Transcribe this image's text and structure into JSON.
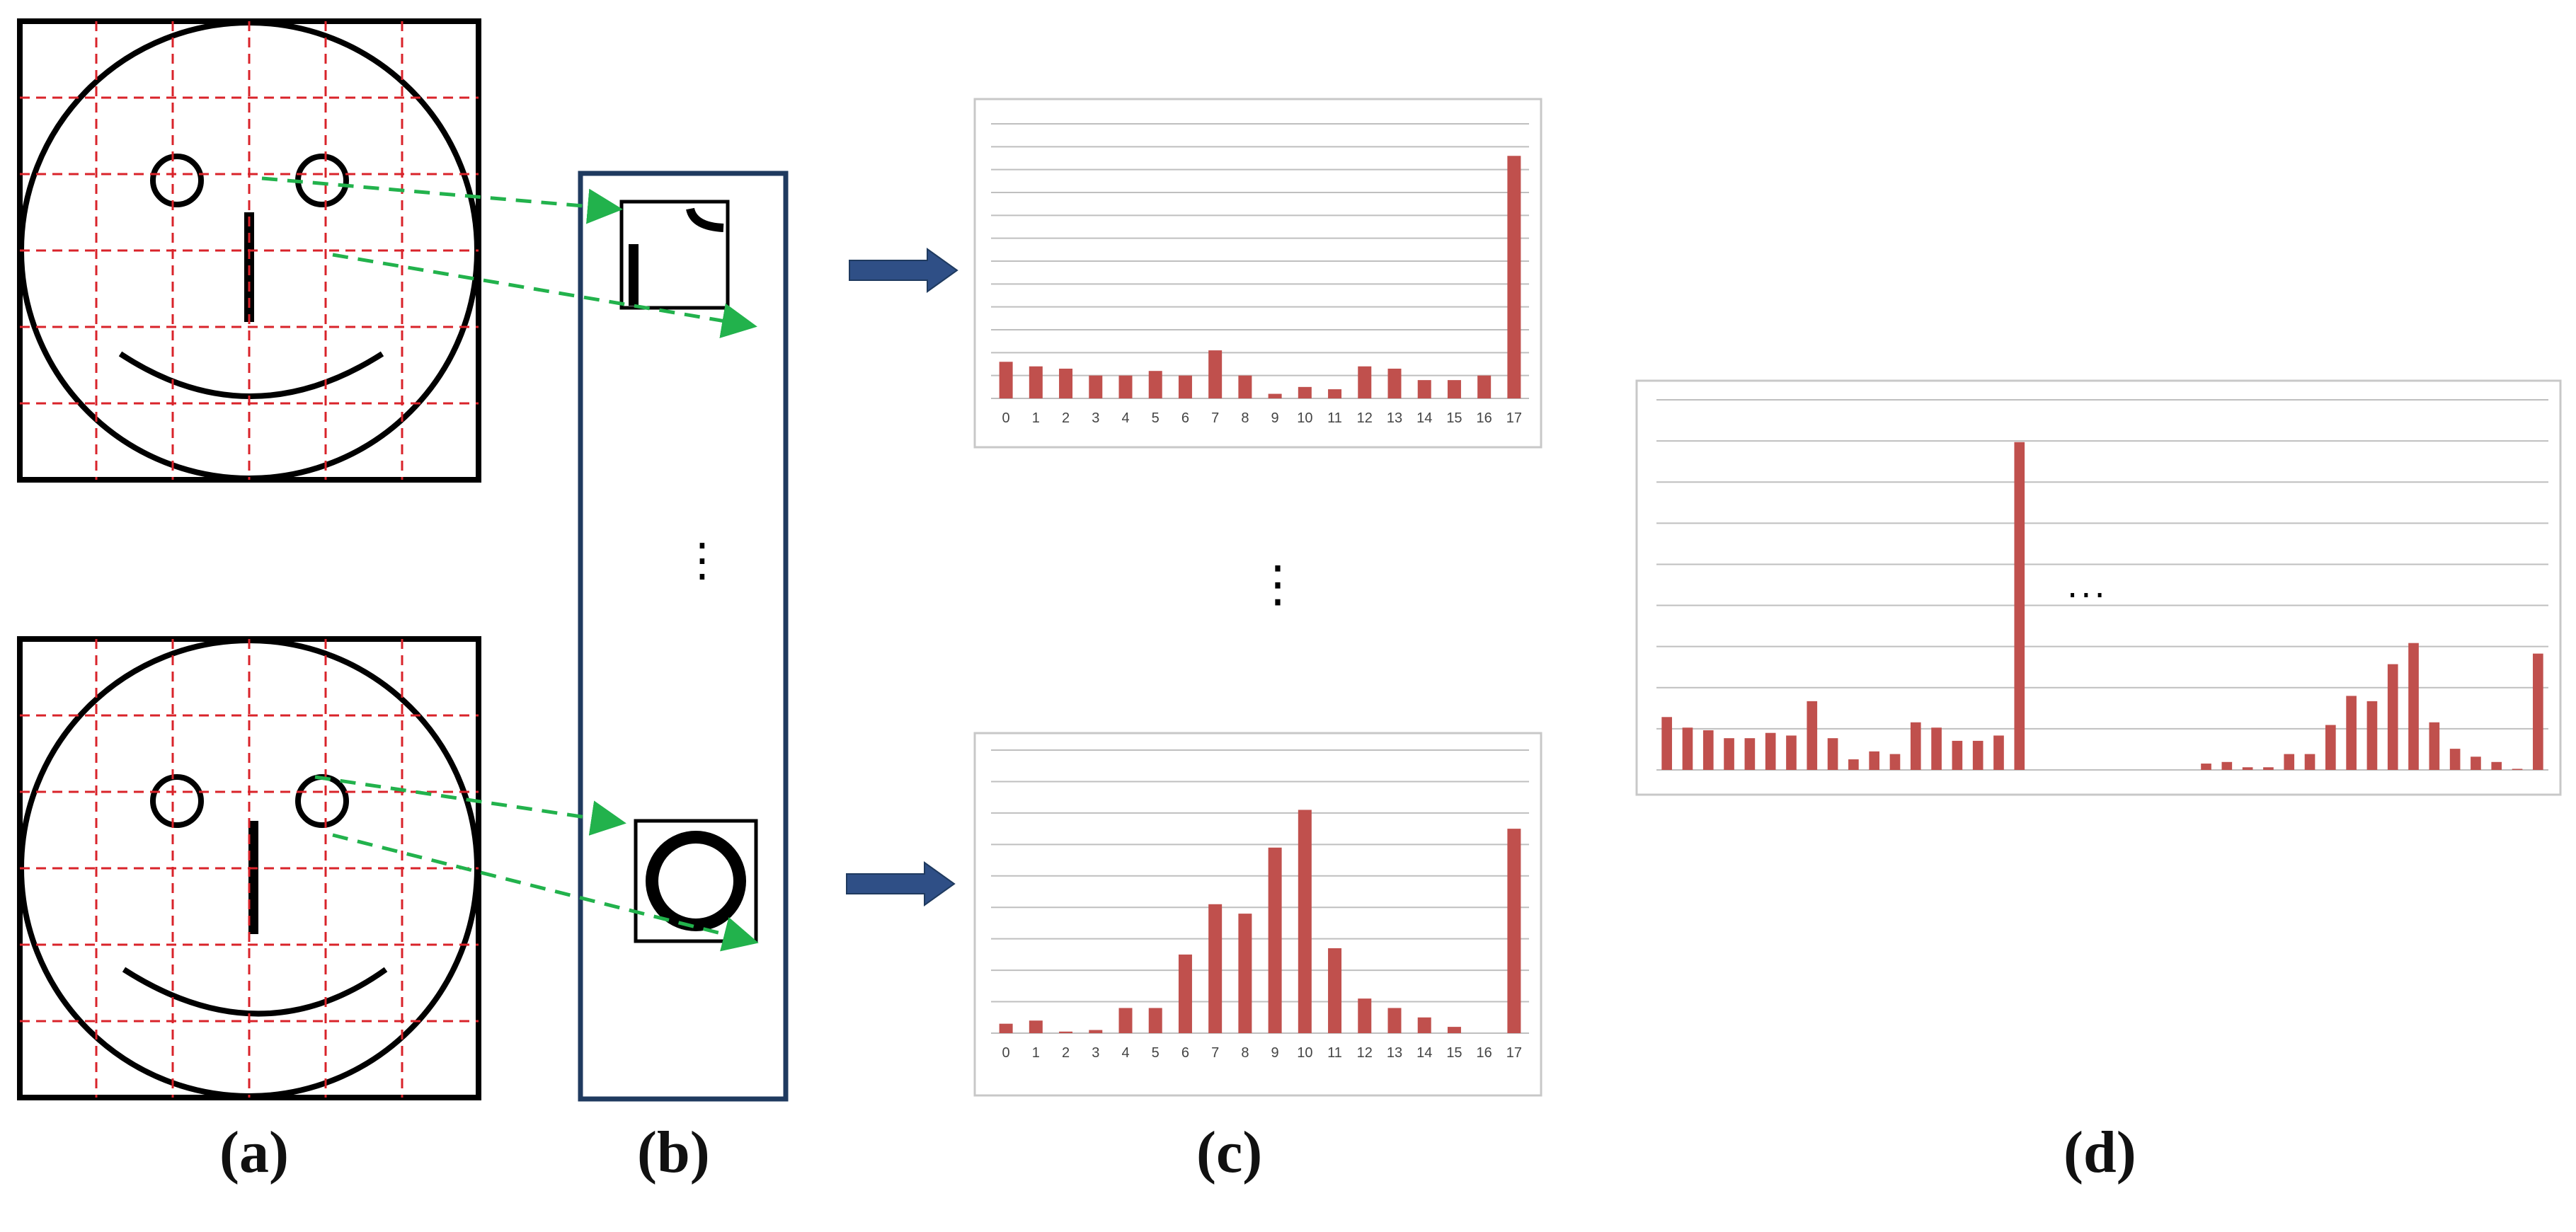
{
  "panel_labels": {
    "a": "(a)",
    "b": "(b)",
    "c": "(c)",
    "d": "(d)"
  },
  "ellipsis": "⋮",
  "ellipsis_h": "···",
  "colors": {
    "grid_dash": "#d9232a",
    "arrow_green": "#22b24c",
    "arrow_blue": "#2f4f86",
    "bar": "#c0504d",
    "frame": "#1f3a5f",
    "chart_border": "#c8c8c8",
    "gridline": "#bfbfbf"
  },
  "chart_data": [
    {
      "type": "bar",
      "categories": [
        "0",
        "1",
        "2",
        "3",
        "4",
        "5",
        "6",
        "7",
        "8",
        "9",
        "10",
        "11",
        "12",
        "13",
        "14",
        "15",
        "16",
        "17"
      ],
      "values": [
        1.6,
        1.4,
        1.3,
        1.0,
        1.0,
        1.2,
        1.0,
        2.1,
        1.0,
        0.2,
        0.5,
        0.4,
        1.4,
        1.3,
        0.8,
        0.8,
        1.0,
        10.6
      ],
      "ylim": [
        0,
        12
      ],
      "grid": true,
      "legend": "none"
    },
    {
      "type": "bar",
      "categories": [
        "0",
        "1",
        "2",
        "3",
        "4",
        "5",
        "6",
        "7",
        "8",
        "9",
        "10",
        "11",
        "12",
        "13",
        "14",
        "15",
        "16",
        "17"
      ],
      "values": [
        0.3,
        0.4,
        0.05,
        0.1,
        0.8,
        0.8,
        2.5,
        4.1,
        3.8,
        5.9,
        7.1,
        2.7,
        1.1,
        0.8,
        0.5,
        0.2,
        0.0,
        6.5
      ],
      "ylim": [
        0,
        9
      ],
      "grid": true,
      "legend": "none"
    },
    {
      "type": "bar",
      "values": [
        1.0,
        0.8,
        0.75,
        0.6,
        0.6,
        0.7,
        0.65,
        1.3,
        0.6,
        0.2,
        0.35,
        0.3,
        0.9,
        0.8,
        0.55,
        0.55,
        0.65,
        6.2,
        0,
        0,
        0,
        0,
        0,
        0,
        0,
        0,
        0.12,
        0.15,
        0.05,
        0.05,
        0.3,
        0.3,
        0.85,
        1.4,
        1.3,
        2.0,
        2.4,
        0.9,
        0.4,
        0.25,
        0.15,
        0.02,
        2.2
      ],
      "ylim": [
        0,
        7
      ],
      "grid": true,
      "legend": "none"
    }
  ]
}
